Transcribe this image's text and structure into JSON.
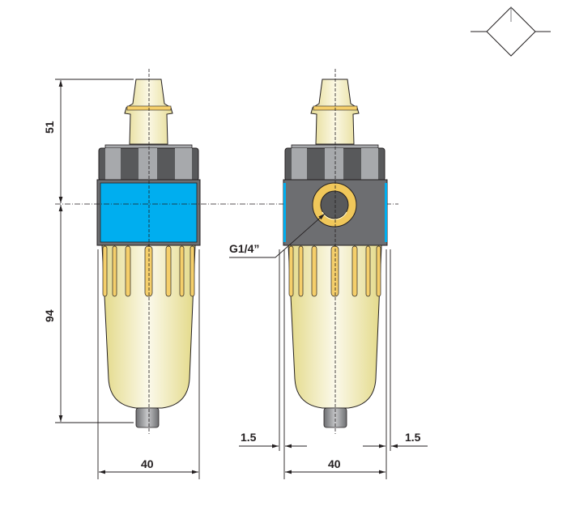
{
  "drawing": {
    "type": "technical dimension drawing",
    "subject": "pneumatic air lubricator / filter unit, front and side view",
    "symbol": "iso-filter-lubricator-symbol",
    "colors": {
      "line": "#231f20",
      "body_gray": "#6d6e71",
      "cap_dark": "#58595b",
      "cap_light": "#a7a9ac",
      "block_blue": "#00aeef",
      "bowl_light": "#f8f5dc",
      "bowl_yellow": "#e6dc8c",
      "rib_yellow": "#f5cf6b",
      "port_brass": "#f0c75a",
      "drain_gray": "#808285"
    }
  },
  "dimensions": {
    "height_top": "51",
    "height_bottom": "94",
    "width_left": "40",
    "width_right": "40",
    "offset_left": "1.5",
    "offset_right": "1.5",
    "port_thread": "G1/4”"
  }
}
